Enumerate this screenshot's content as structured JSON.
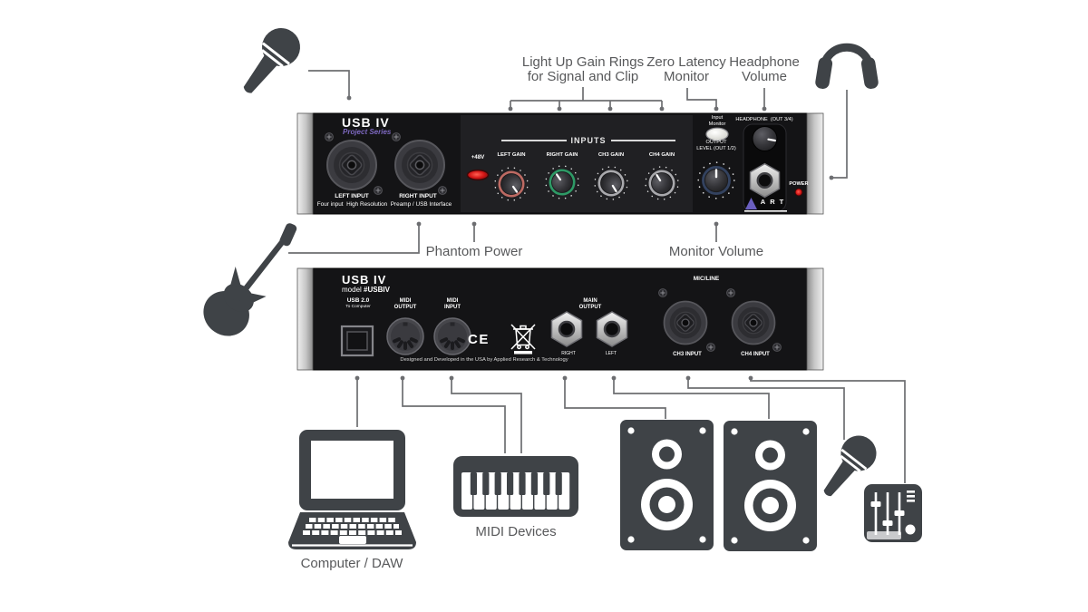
{
  "colors": {
    "accent": "#7d68c0",
    "text_gray": "#58595b",
    "line_gray": "#6d6e71",
    "icon_charcoal": "#3f4347",
    "panel_black": "#141416",
    "led_red": "#d41616",
    "ring_red": "#bd6a63",
    "ring_green": "#2e9a66",
    "ring_navy": "#33425f"
  },
  "callouts": {
    "gain_rings": [
      "Light Up Gain Rings",
      "for Signal and Clip"
    ],
    "zero_latency": [
      "Zero Latency",
      "Monitor"
    ],
    "headphone_volume": [
      "Headphone",
      "Volume"
    ],
    "phantom_power": "Phantom Power",
    "monitor_volume": "Monitor Volume",
    "computer_daw": "Computer / DAW",
    "midi_devices": "MIDI Devices"
  },
  "front_panel": {
    "brand": "USB IV",
    "series": "Project Series",
    "left_input": "LEFT INPUT",
    "right_input": "RIGHT INPUT",
    "tagline": "Four input  High Resolution  Preamp / USB Interface",
    "phantom_led": "+48V",
    "inputs_header": "INPUTS",
    "gain_labels": [
      "LEFT GAIN",
      "RIGHT GAIN",
      "CH3 GAIN",
      "CH4 GAIN"
    ],
    "input_monitor": [
      "Input",
      "Monitor"
    ],
    "output_level": [
      "OUTPUT",
      "LEVEL (OUT 1/2)"
    ],
    "headphone_jack": "HEADPHONE  (OUT 3/4)",
    "power": "POWER",
    "brand_word": "ART"
  },
  "back_panel": {
    "brand": "USB IV",
    "model_prefix": "model",
    "model_number": "#USBIV",
    "usb": "USB 2.0",
    "usb_sub": "To Computer",
    "midi_output": [
      "MIDI",
      "OUTPUT"
    ],
    "midi_input": [
      "MIDI",
      "INPUT"
    ],
    "ce_mark": "CE",
    "main_output": [
      "MAIN",
      "OUTPUT"
    ],
    "jack_right": "RIGHT",
    "jack_left": "LEFT",
    "mic_line": "MIC/LINE",
    "ch3_input": "CH3 INPUT",
    "ch4_input": "CH4 INPUT",
    "footer": "Designed and Developed in the USA by Applied Research & Technology"
  },
  "icons": {
    "top_left": "microphone-icon",
    "top_right": "headphones-icon",
    "left": "guitar-icon",
    "bottom": [
      "laptop-icon",
      "midi-keyboard-icon",
      "speaker-icon",
      "speaker-icon",
      "microphone-icon",
      "mixer-icon"
    ]
  }
}
